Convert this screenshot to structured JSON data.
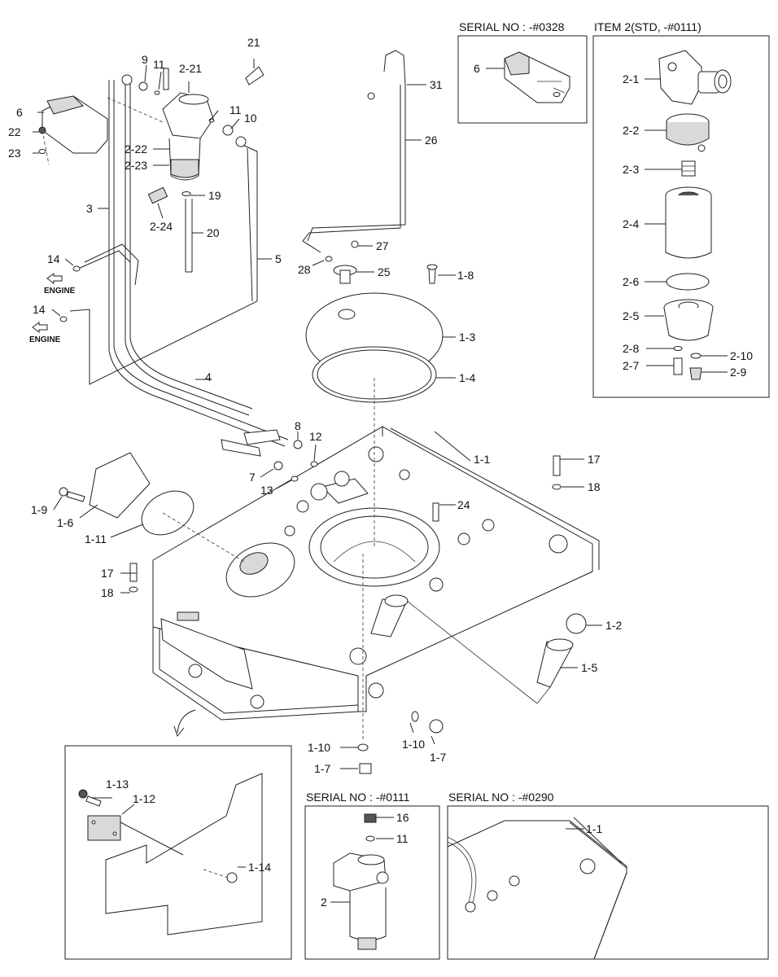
{
  "headers": {
    "serial_0328": "SERIAL NO : -#0328",
    "item2": "ITEM 2(STD, -#0111)",
    "serial_0111": "SERIAL NO : -#0111",
    "serial_0290": "SERIAL NO : -#0290"
  },
  "engine_labels": [
    "ENGINE",
    "ENGINE"
  ],
  "callouts": {
    "c21": "21",
    "c9": "9",
    "c11a": "11",
    "c2_21": "2-21",
    "c6": "6",
    "c11b": "11",
    "c10": "10",
    "c22": "22",
    "c2_22": "2-22",
    "c2_23": "2-23",
    "c23": "23",
    "c19": "19",
    "c3": "3",
    "c2_24": "2-24",
    "c20": "20",
    "c5": "5",
    "c14a": "14",
    "c14b": "14",
    "c4": "4",
    "c31": "31",
    "c26": "26",
    "c27": "27",
    "c28": "28",
    "c25": "25",
    "c1_8": "1-8",
    "c1_3": "1-3",
    "c1_4": "1-4",
    "c8": "8",
    "c12": "12",
    "c7": "7",
    "c13": "13",
    "c1_1": "1-1",
    "c17a": "17",
    "c18a": "18",
    "c24": "24",
    "c1_9": "1-9",
    "c1_6": "1-6",
    "c1_11": "1-11",
    "c17b": "17",
    "c18b": "18",
    "c1_2": "1-2",
    "c1_5": "1-5",
    "c1_10a": "1-10",
    "c1_10b": "1-10",
    "c1_7a": "1-7",
    "c1_7b": "1-7",
    "c1_13": "1-13",
    "c1_12": "1-12",
    "c1_14": "1-14",
    "c6b": "6",
    "c2_1": "2-1",
    "c2_2": "2-2",
    "c2_3": "2-3",
    "c2_4": "2-4",
    "c2_6": "2-6",
    "c2_5": "2-5",
    "c2_8": "2-8",
    "c2_10": "2-10",
    "c2_7": "2-7",
    "c2_9": "2-9",
    "c16": "16",
    "c11c": "11",
    "c2": "2",
    "c1_1b": "1-1"
  }
}
